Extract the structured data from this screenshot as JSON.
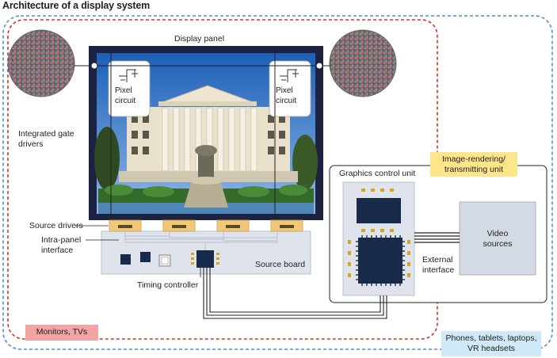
{
  "title": "Architecture of a display system",
  "labels": {
    "display_panel": "Display panel",
    "pixel_circuit": "Pixel circuit",
    "integrated_gate_drivers": "Integrated gate drivers",
    "source_drivers": "Source drivers",
    "intra_panel_interface": "Intra-panel interface",
    "timing_controller": "Timing controller",
    "source_board": "Source board",
    "graphics_control_unit": "Graphics control unit",
    "image_rendering_unit": "Image-rendering/ transmitting unit",
    "video_sources": "Video sources",
    "external_interface": "External interface",
    "monitors_tvs": "Monitors, TVs",
    "phones_tablets": "Phones, tablets, laptops, VR headsets"
  },
  "colors": {
    "red_dashed": "#d9302a",
    "blue_dashed": "#4a8fd6",
    "panel_bezel": "#1b2340",
    "chip": "#172a4a",
    "driver_ic": "#f0c878",
    "gold_pin": "#d9a520",
    "board": "#dfe4ec",
    "video_box": "#d4dae3",
    "yellow_tag": "#fde58a",
    "pink_tag": "#f2a3a3",
    "blue_tag": "#cfe9f6",
    "sky": "#2f6fc0"
  }
}
